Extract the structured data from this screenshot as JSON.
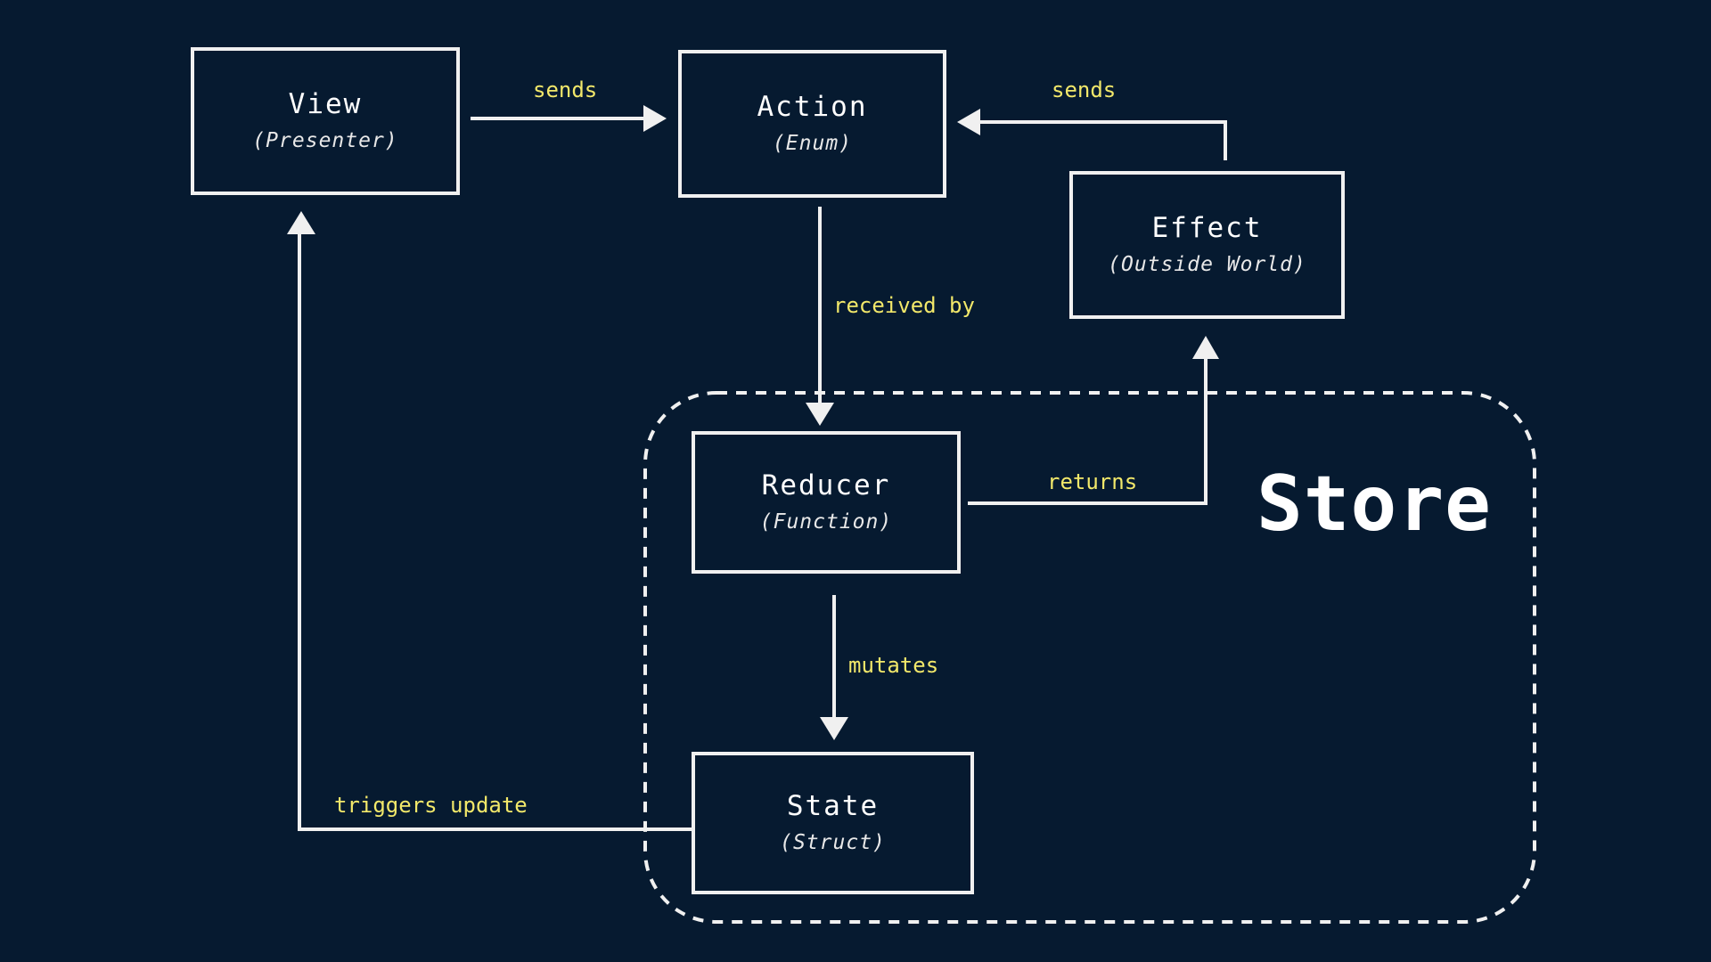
{
  "nodes": {
    "view": {
      "title": "View",
      "subtitle": "(Presenter)"
    },
    "action": {
      "title": "Action",
      "subtitle": "(Enum)"
    },
    "effect": {
      "title": "Effect",
      "subtitle": "(Outside World)"
    },
    "reducer": {
      "title": "Reducer",
      "subtitle": "(Function)"
    },
    "state": {
      "title": "State",
      "subtitle": "(Struct)"
    }
  },
  "edges": {
    "view_to_action": "sends",
    "effect_to_action": "sends",
    "action_to_reducer": "received by",
    "reducer_to_effect": "returns",
    "reducer_to_state": "mutates",
    "state_to_view": "triggers update"
  },
  "store": {
    "title": "Store"
  },
  "colors": {
    "background": "#061a30",
    "line": "#f0f0f0",
    "label": "#f2e86a",
    "text": "#ffffff"
  }
}
